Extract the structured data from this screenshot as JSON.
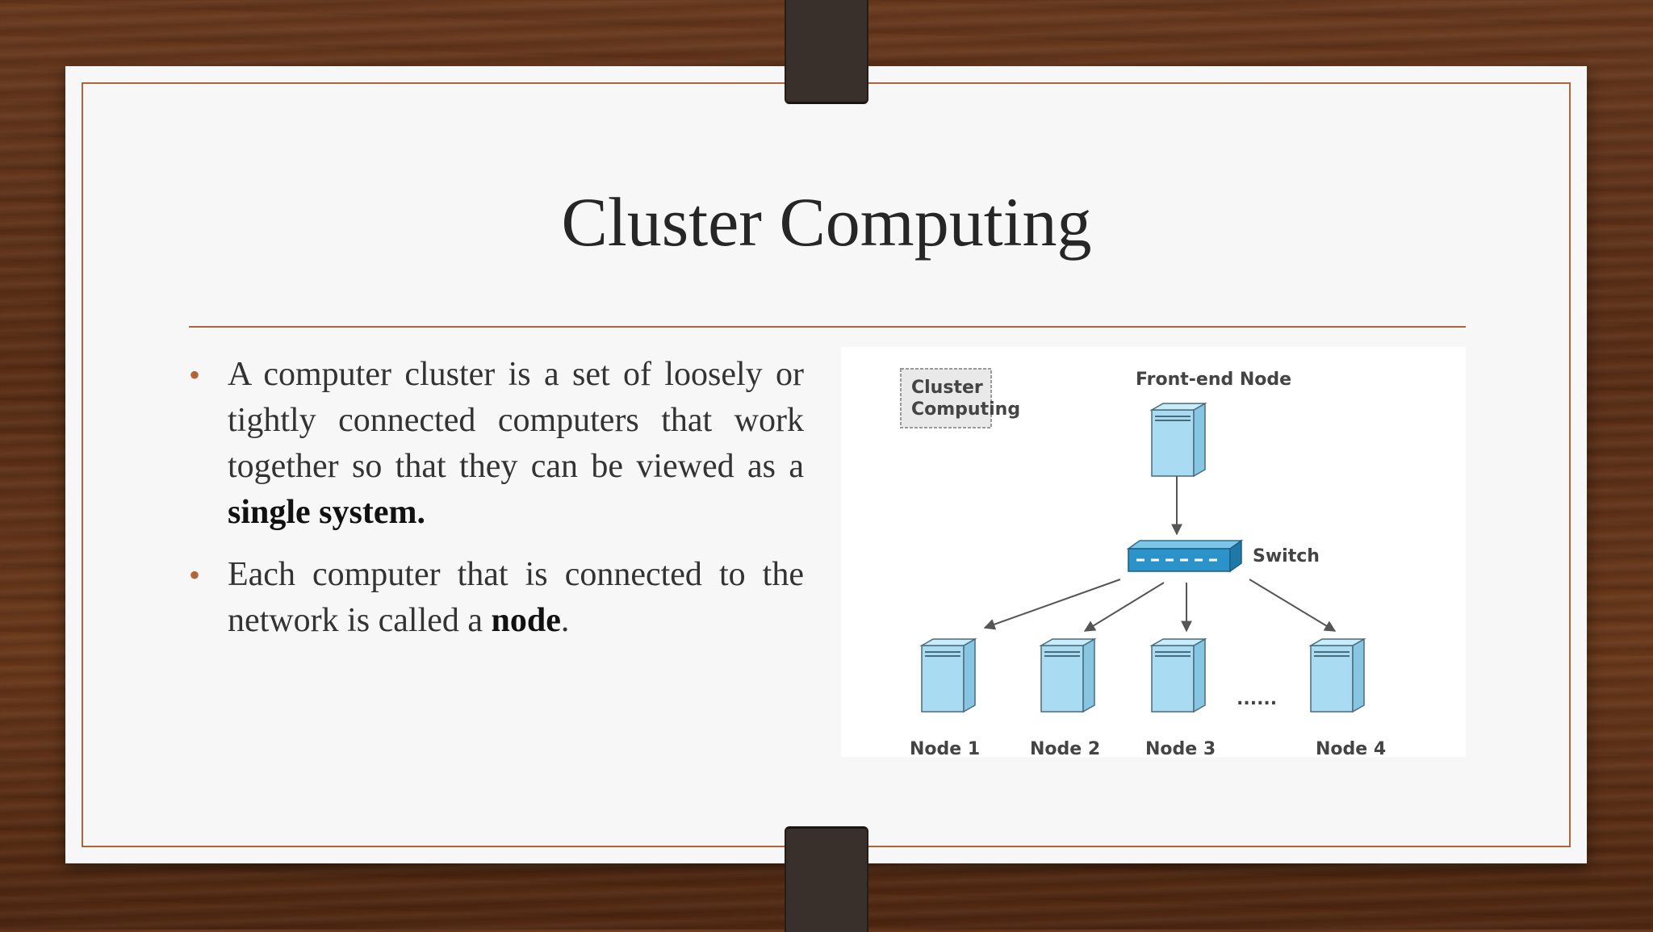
{
  "slide": {
    "title": "Cluster Computing",
    "bullets": [
      {
        "before": "A computer cluster is a set of loosely or tightly connected computers that work together so that they can be viewed as a ",
        "bold": "single system.",
        "after": ""
      },
      {
        "before": "Each computer that is connected to the network is called a ",
        "bold": "node",
        "after": "."
      }
    ]
  },
  "diagram": {
    "caption_line1": "Cluster",
    "caption_line2": "Computing",
    "front_end_label": "Front-end Node",
    "switch_label": "Switch",
    "ellipsis": "......",
    "nodes": [
      "Node 1",
      "Node 2",
      "Node 3",
      "Node 4"
    ]
  },
  "colors": {
    "accent": "#b0643a",
    "server_fill": "#a9dcf2",
    "switch_fill": "#2b93c9"
  }
}
